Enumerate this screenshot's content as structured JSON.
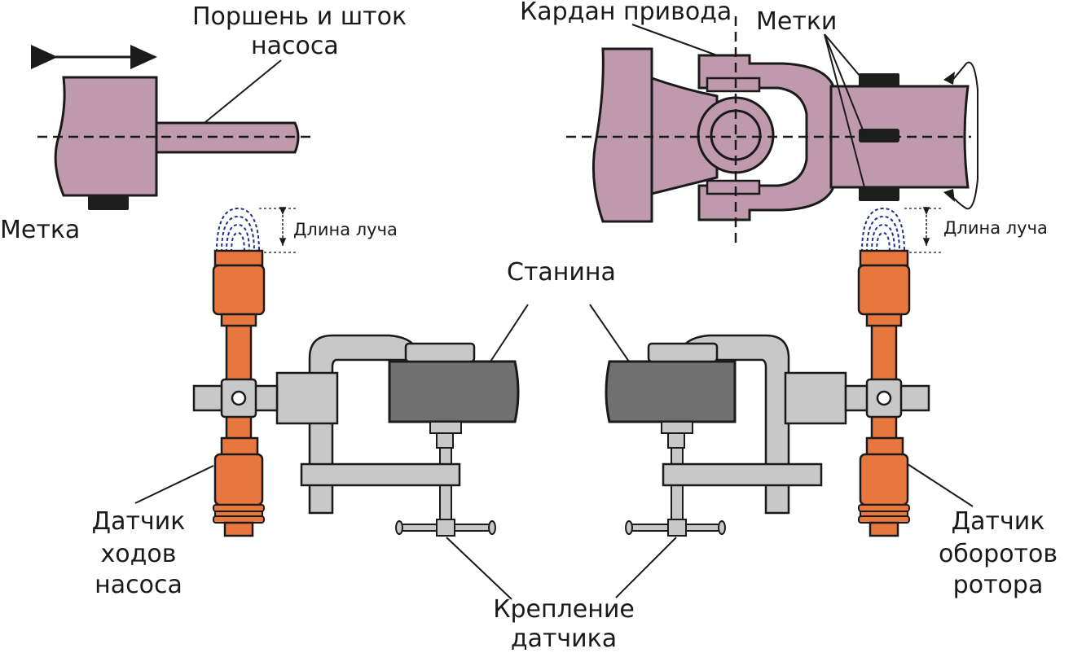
{
  "labels": {
    "piston_rod_line1": "Поршень и шток",
    "piston_rod_line2": "насоса",
    "drive_cardan": "Кардан привода",
    "marks": "Метки",
    "mark": "Метка",
    "beam_length_left": "Длина луча",
    "beam_length_right": "Длина луча",
    "frame": "Станина",
    "pump_sensor_line1": "Датчик",
    "pump_sensor_line2": "ходов",
    "pump_sensor_line3": "насоса",
    "rotor_sensor_line1": "Датчик",
    "rotor_sensor_line2": "оборотов",
    "rotor_sensor_line3": "ротора",
    "mount_line1": "Крепление",
    "mount_line2": "датчика"
  },
  "colors": {
    "part_fill": "#bf9aad",
    "sensor_fill": "#e8773e",
    "frame_fill": "#707070",
    "clamp_fill": "#c8c8c8",
    "mark_fill": "#1e1e1e",
    "beam_stroke": "#1f2d8f"
  }
}
